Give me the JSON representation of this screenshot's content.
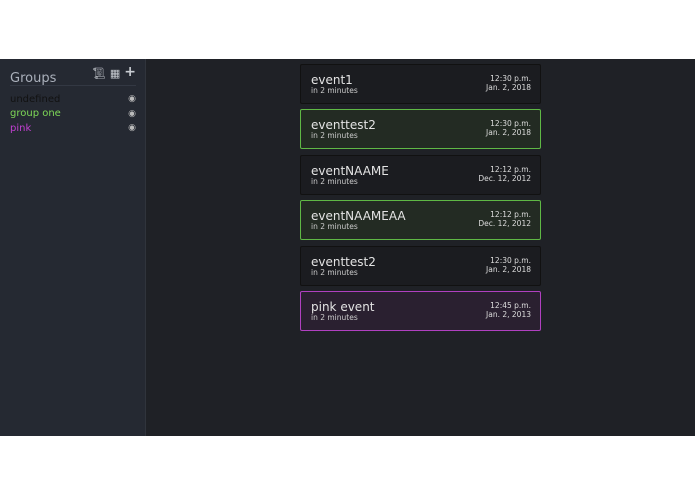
{
  "sidebar": {
    "title": "Groups",
    "tools": [
      "scroll-icon",
      "calendar-icon",
      "plus-icon"
    ],
    "groups": [
      {
        "name": "undefined",
        "color": "#111111"
      },
      {
        "name": "group one",
        "color": "#7ed957"
      },
      {
        "name": "pink",
        "color": "#c040d0"
      }
    ]
  },
  "events": [
    {
      "name": "event1",
      "relative": "in 2 minutes",
      "time": "12:30 p.m.",
      "date": "Jan. 2, 2018",
      "border": "#111111",
      "bg": "#1b1c20"
    },
    {
      "name": "eventtest2",
      "relative": "in 2 minutes",
      "time": "12:30 p.m.",
      "date": "Jan. 2, 2018",
      "border": "#5fb845",
      "bg": "#232b23"
    },
    {
      "name": "eventNAAME",
      "relative": "in 2 minutes",
      "time": "12:12 p.m.",
      "date": "Dec. 12, 2012",
      "border": "#111111",
      "bg": "#1b1c20"
    },
    {
      "name": "eventNAAMEAA",
      "relative": "in 2 minutes",
      "time": "12:12 p.m.",
      "date": "Dec. 12, 2012",
      "border": "#5fb845",
      "bg": "#232b23"
    },
    {
      "name": "eventtest2",
      "relative": "in 2 minutes",
      "time": "12:30 p.m.",
      "date": "Jan. 2, 2018",
      "border": "#111111",
      "bg": "#1b1c20"
    },
    {
      "name": "pink event",
      "relative": "in 2 minutes",
      "time": "12:45 p.m.",
      "date": "Jan. 2, 2013",
      "border": "#b040c0",
      "bg": "#2a2030"
    }
  ]
}
